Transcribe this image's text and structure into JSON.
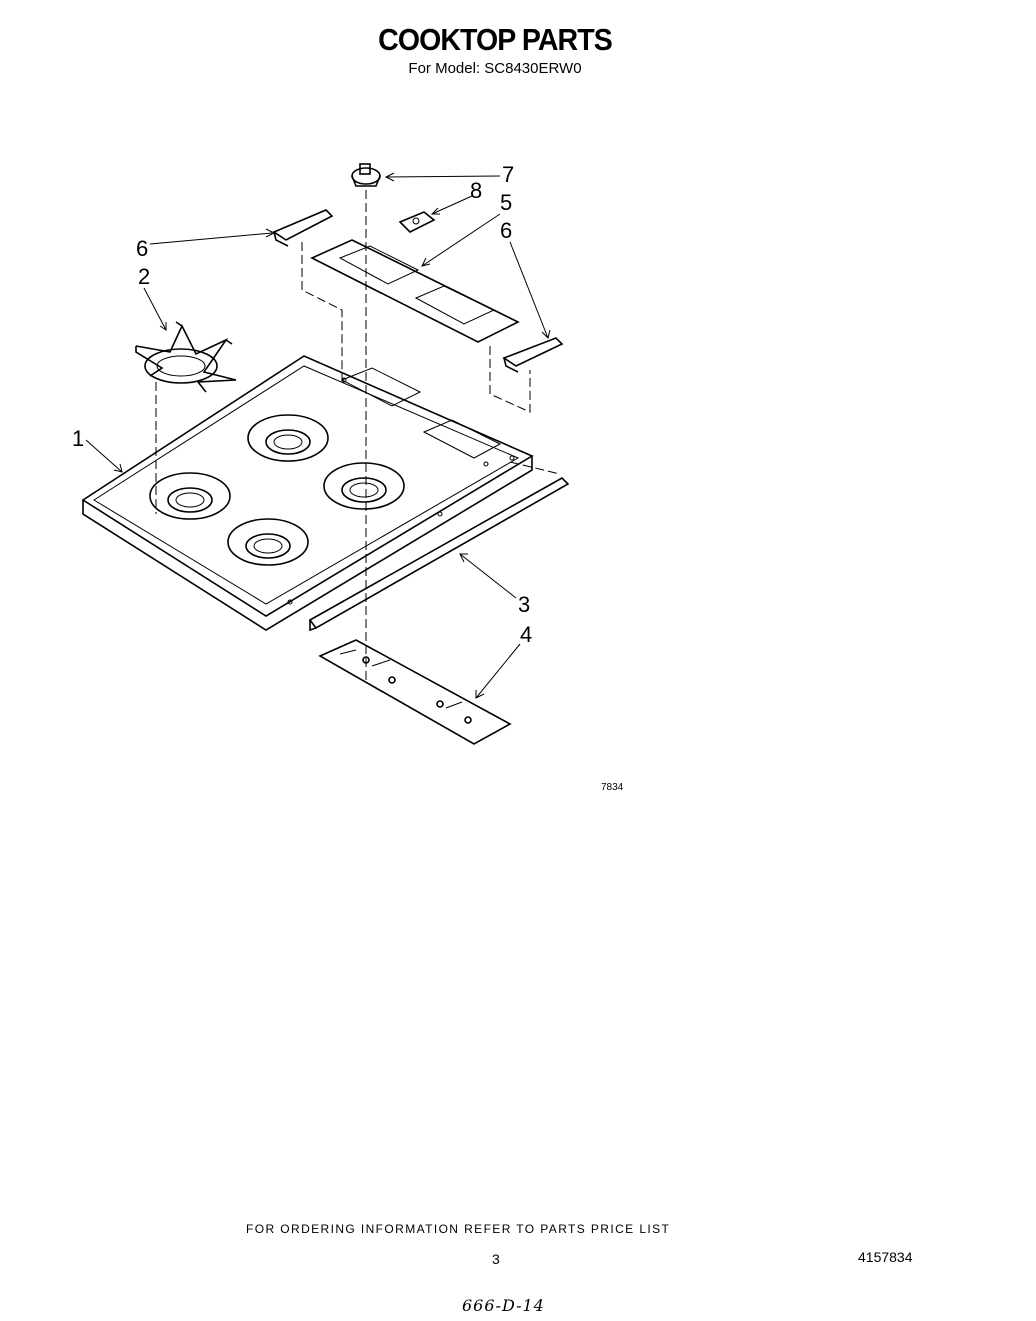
{
  "header": {
    "title": "COOKTOP PARTS",
    "subtitle": "For Model: SC8430ERW0"
  },
  "diagram": {
    "callouts": [
      "1",
      "2",
      "3",
      "4",
      "5",
      "6",
      "6",
      "7",
      "8"
    ]
  },
  "figure_code": "7834",
  "footer": {
    "ordering_note": "FOR ORDERING INFORMATION REFER TO PARTS PRICE LIST",
    "page_number": "3",
    "document_number": "4157834",
    "handwritten_note": "666-D-14"
  }
}
